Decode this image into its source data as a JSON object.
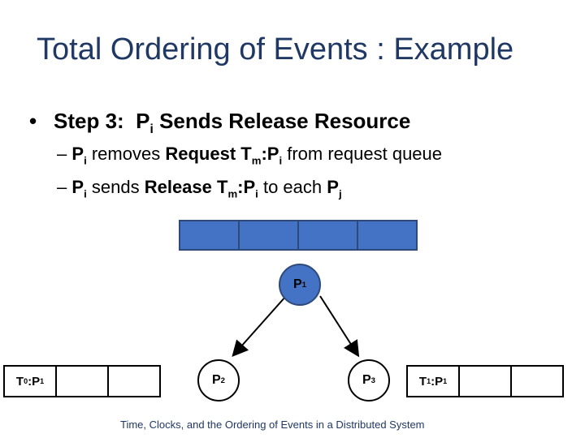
{
  "title": "Total Ordering of Events : Example",
  "bullet": {
    "step_label": "Step 3:",
    "actor_base": "P",
    "actor_sub": "i",
    "action": "Sends Release Resource"
  },
  "sub_bullets": [
    {
      "dash": "–",
      "p_base": "P",
      "p_sub": "i",
      "text1": "removes",
      "bold1": "Request T",
      "bold1_sub": "m",
      "bold2": ":P",
      "bold2_sub": "i",
      "text2": "from request queue"
    },
    {
      "dash": "–",
      "p_base": "P",
      "p_sub": "i",
      "text1": "sends",
      "bold1": "Release T",
      "bold1_sub": "m",
      "bold2": ":P",
      "bold2_sub": "i",
      "text2": "to each",
      "bold3": "P",
      "bold3_sub": "j"
    }
  ],
  "nodes": {
    "p1": {
      "base": "P",
      "sub": "1"
    },
    "p2": {
      "base": "P",
      "sub": "2"
    },
    "p3": {
      "base": "P",
      "sub": "3"
    }
  },
  "left_queue": {
    "first": {
      "t_base": "T",
      "t_sub": "0",
      "p_base": ":P",
      "p_sub": "1"
    }
  },
  "right_queue": {
    "first": {
      "t_base": "T",
      "t_sub": "1",
      "p_base": ":P",
      "p_sub": "1"
    }
  },
  "footer": "Time, Clocks, and the Ordering of Events in a Distributed System",
  "colors": {
    "title": "#1f3864",
    "node_fill": "#4472c4",
    "node_border": "#2e4a7a"
  }
}
